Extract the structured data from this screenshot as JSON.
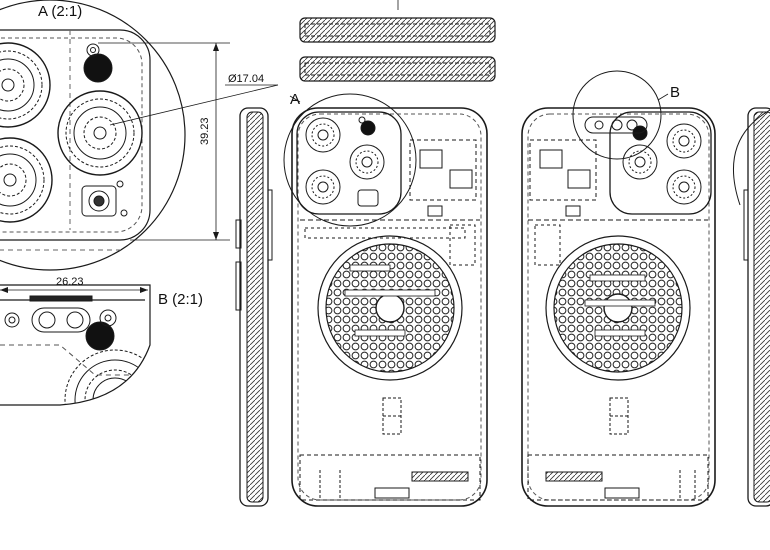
{
  "detail_a": {
    "label": "A (2:1)"
  },
  "detail_b": {
    "label": "B (2:1)"
  },
  "dimensions": {
    "diameter": "Ø17.04",
    "height": "39.23",
    "width": "26.23"
  },
  "callouts": {
    "a": "A",
    "b": "B"
  },
  "colors": {
    "line": "#1a1a1a",
    "dashed": "#555555",
    "background": "#ffffff"
  }
}
